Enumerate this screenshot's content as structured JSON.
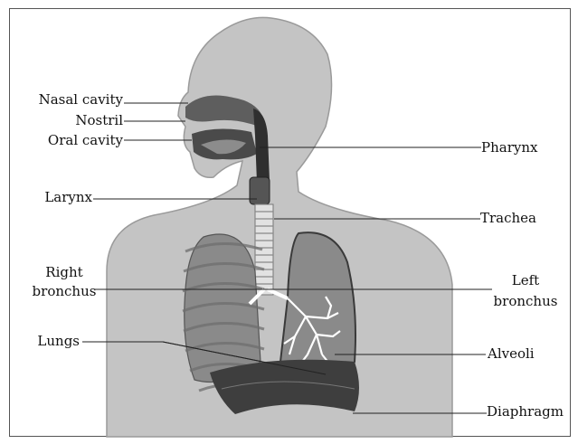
{
  "labels": {
    "nasal_cavity": "Nasal cavity",
    "nostril": "Nostril",
    "oral_cavity": "Oral cavity",
    "larynx": "Larynx",
    "right_bronchus_1": "Right",
    "right_bronchus_2": "bronchus",
    "lungs": "Lungs",
    "pharynx": "Pharynx",
    "trachea": "Trachea",
    "left_bronchus_1": "Left",
    "left_bronchus_2": "bronchus",
    "alveoli": "Alveoli",
    "diaphragm": "Diaphragm"
  },
  "colors": {
    "body": "#c4c4c4",
    "body_outline": "#9a9a9a",
    "lung": "#8a8a8a",
    "lung_dark": "#6e6e6e",
    "airway": "#3a3a3a",
    "trachea": "#e2e2e2",
    "leader_line": "#222222"
  }
}
